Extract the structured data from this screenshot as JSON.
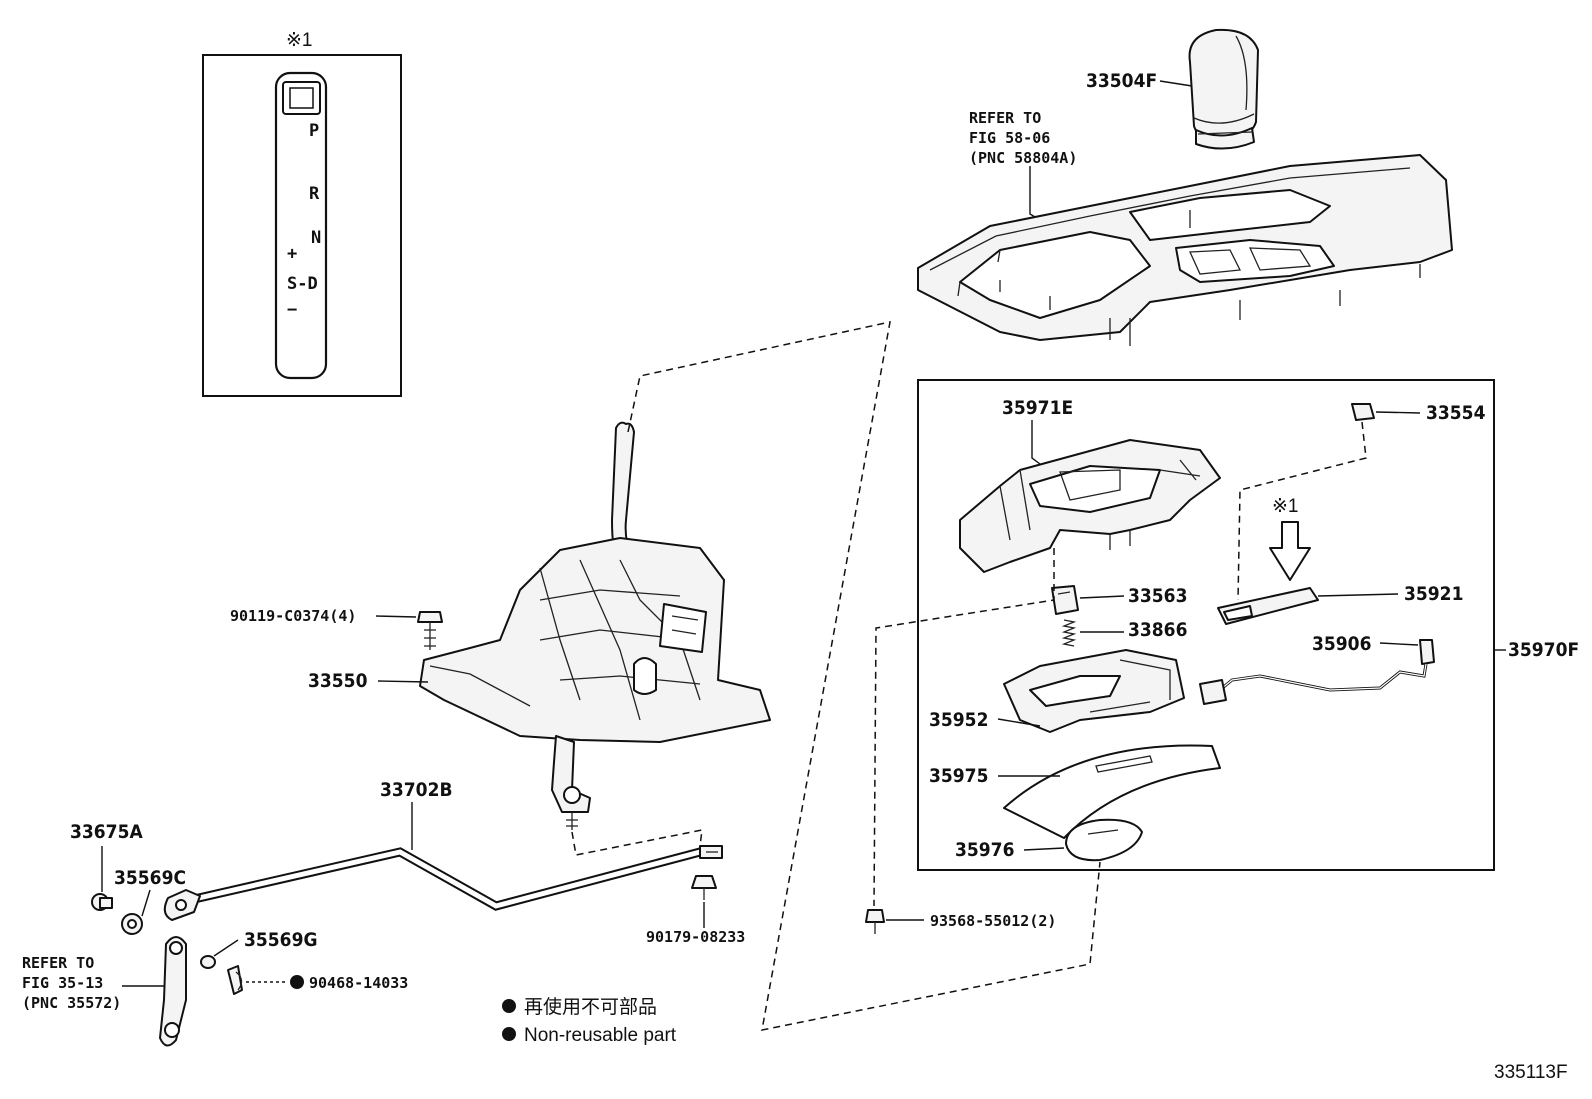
{
  "inset": {
    "mark": "※1",
    "gate_positions": [
      "P",
      "R",
      "N",
      "+",
      "S-D",
      "−"
    ]
  },
  "parts": {
    "p33504F": "33504F",
    "p35971E": "35971E",
    "p33554": "33554",
    "p35921": "35921",
    "p33563": "33563",
    "p33866": "33866",
    "p35906": "35906",
    "p35970F": "35970F",
    "p35952": "35952",
    "p35975": "35975",
    "p35976": "35976",
    "p90119": "90119-C0374(4)",
    "p33550": "33550",
    "p33702B": "33702B",
    "p33675A": "33675A",
    "p35569C": "35569C",
    "p35569G": "35569G",
    "p90468": "90468-14033",
    "p90179": "90179-08233",
    "p93568": "93568-55012(2)",
    "mark_arrow": "※1"
  },
  "refs": {
    "top": [
      "REFER TO",
      "FIG 58-06",
      "(PNC 58804A)"
    ],
    "left": [
      "REFER TO",
      "FIG 35-13",
      "(PNC 35572)"
    ]
  },
  "legend": {
    "line_jp": "再使用不可部品",
    "line_en": "Non-reusable part"
  },
  "figure_id": "335113F"
}
